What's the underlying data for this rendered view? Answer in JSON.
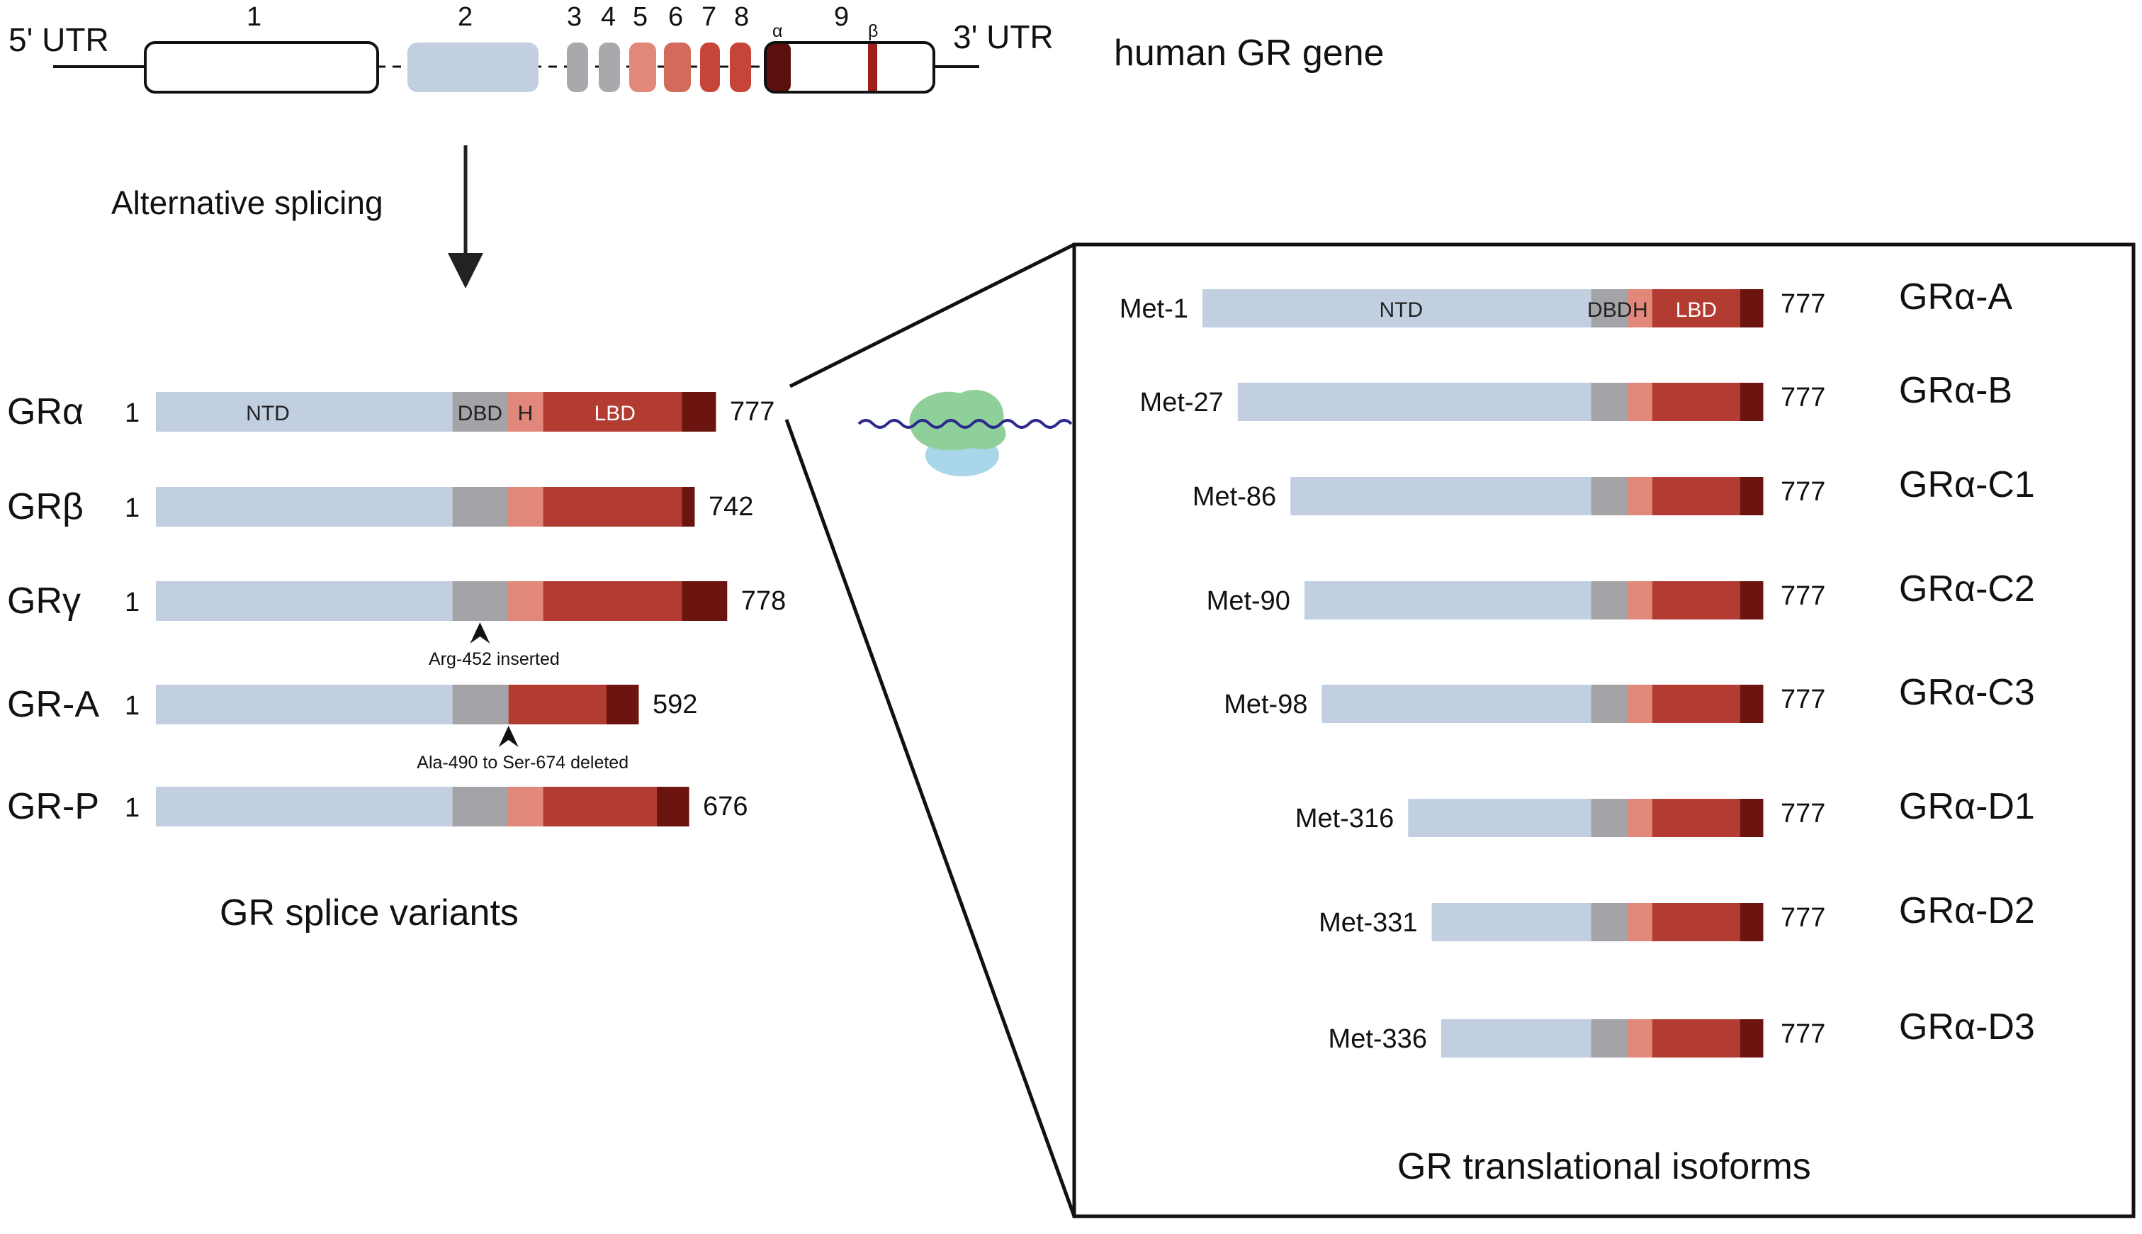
{
  "gene": {
    "utr5": "5' UTR",
    "utr3": "3' UTR",
    "title": "human GR gene",
    "exons": [
      "1",
      "2",
      "3",
      "4",
      "5",
      "6",
      "7",
      "8",
      "9"
    ],
    "alpha": "α",
    "beta": "β"
  },
  "splicing_label": "Alternative splicing",
  "domains": {
    "ntd": "NTD",
    "dbd": "DBD",
    "h": "H",
    "lbd": "LBD"
  },
  "colors": {
    "ntd": "#c1cfe0",
    "dbd": "#a4a3a7",
    "h": "#e2887a",
    "lbd": "#b33c32",
    "end": "#6b1410",
    "exon1": "#ffffff",
    "exon_gray": "#a9a8ad",
    "exon_salmon": "#e2887a",
    "exon_red": "#c64438",
    "exon_dark": "#5c0f0c",
    "helix": "#2c2a8c",
    "ribo_top": "#8fcf9a",
    "ribo_bottom": "#a9d6e8"
  },
  "splice_variants": {
    "title": "GR splice variants",
    "start_label": "1",
    "items": [
      {
        "name": "GRα",
        "end": "777",
        "segments": [
          [
            0,
            0.53,
            "ntd"
          ],
          [
            0.53,
            0.628,
            "dbd"
          ],
          [
            0.628,
            0.692,
            "h"
          ],
          [
            0.692,
            0.94,
            "lbd"
          ],
          [
            0.94,
            1.0,
            "end"
          ]
        ],
        "labels": true
      },
      {
        "name": "GRβ",
        "end": "742",
        "segments": [
          [
            0,
            0.53,
            "ntd"
          ],
          [
            0.53,
            0.628,
            "dbd"
          ],
          [
            0.628,
            0.692,
            "h"
          ],
          [
            0.692,
            0.94,
            "lbd"
          ],
          [
            0.94,
            0.962,
            "end"
          ]
        ]
      },
      {
        "name": "GRγ",
        "end": "778",
        "segments": [
          [
            0,
            0.53,
            "ntd"
          ],
          [
            0.53,
            0.628,
            "dbd"
          ],
          [
            0.628,
            0.692,
            "h"
          ],
          [
            0.692,
            0.94,
            "lbd"
          ],
          [
            0.94,
            1.02,
            "end"
          ]
        ],
        "note": "Arg-452 inserted",
        "note_at": 0.579
      },
      {
        "name": "GR-A",
        "end": "592",
        "segments": [
          [
            0,
            0.53,
            "ntd"
          ],
          [
            0.53,
            0.63,
            "dbd"
          ],
          [
            0.63,
            0.805,
            "lbd"
          ],
          [
            0.805,
            0.862,
            "end"
          ]
        ],
        "note": "Ala-490 to Ser-674 deleted",
        "note_at": 0.63
      },
      {
        "name": "GR-P",
        "end": "676",
        "segments": [
          [
            0,
            0.53,
            "ntd"
          ],
          [
            0.53,
            0.628,
            "dbd"
          ],
          [
            0.628,
            0.692,
            "h"
          ],
          [
            0.692,
            0.895,
            "lbd"
          ],
          [
            0.895,
            0.952,
            "end"
          ]
        ]
      }
    ]
  },
  "isoforms": {
    "title": "GR translational isoforms",
    "items": [
      {
        "met": "Met-1",
        "name": "GRα-A",
        "end": "777",
        "start_frac": 0.0
      },
      {
        "met": "Met-27",
        "name": "GRα-B",
        "end": "777",
        "start_frac": 0.063
      },
      {
        "met": "Met-86",
        "name": "GRα-C1",
        "end": "777",
        "start_frac": 0.157
      },
      {
        "met": "Met-90",
        "name": "GRα-C2",
        "end": "777",
        "start_frac": 0.182
      },
      {
        "met": "Met-98",
        "name": "GRα-C3",
        "end": "777",
        "start_frac": 0.213
      },
      {
        "met": "Met-316",
        "name": "GRα-D1",
        "end": "777",
        "start_frac": 0.367
      },
      {
        "met": "Met-331",
        "name": "GRα-D2",
        "end": "777",
        "start_frac": 0.409
      },
      {
        "met": "Met-336",
        "name": "GRα-D3",
        "end": "777",
        "start_frac": 0.426
      }
    ]
  }
}
